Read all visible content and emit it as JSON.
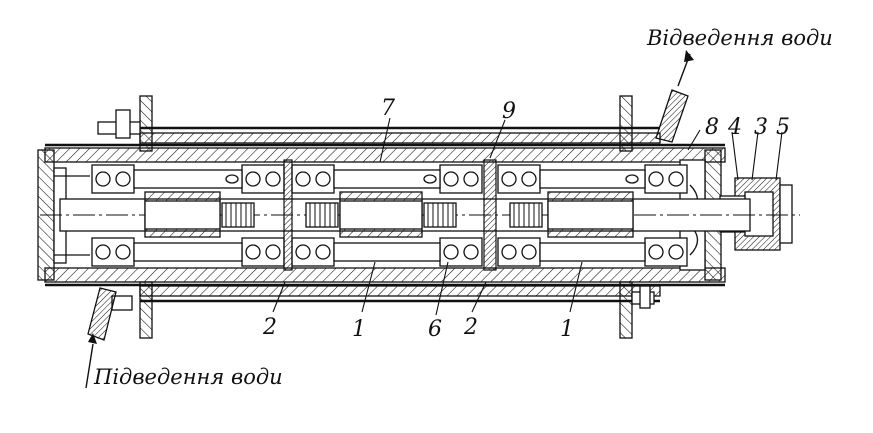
{
  "captions": {
    "water_out": "Відведення води",
    "water_in": "Підведення води"
  },
  "callouts": {
    "top_7": "7",
    "top_9": "9",
    "top_8": "8",
    "top_4": "4",
    "top_3": "3",
    "top_5": "5",
    "bottom_2a": "2",
    "bottom_1a": "1",
    "bottom_6": "6",
    "bottom_2b": "2",
    "bottom_1b": "1"
  }
}
